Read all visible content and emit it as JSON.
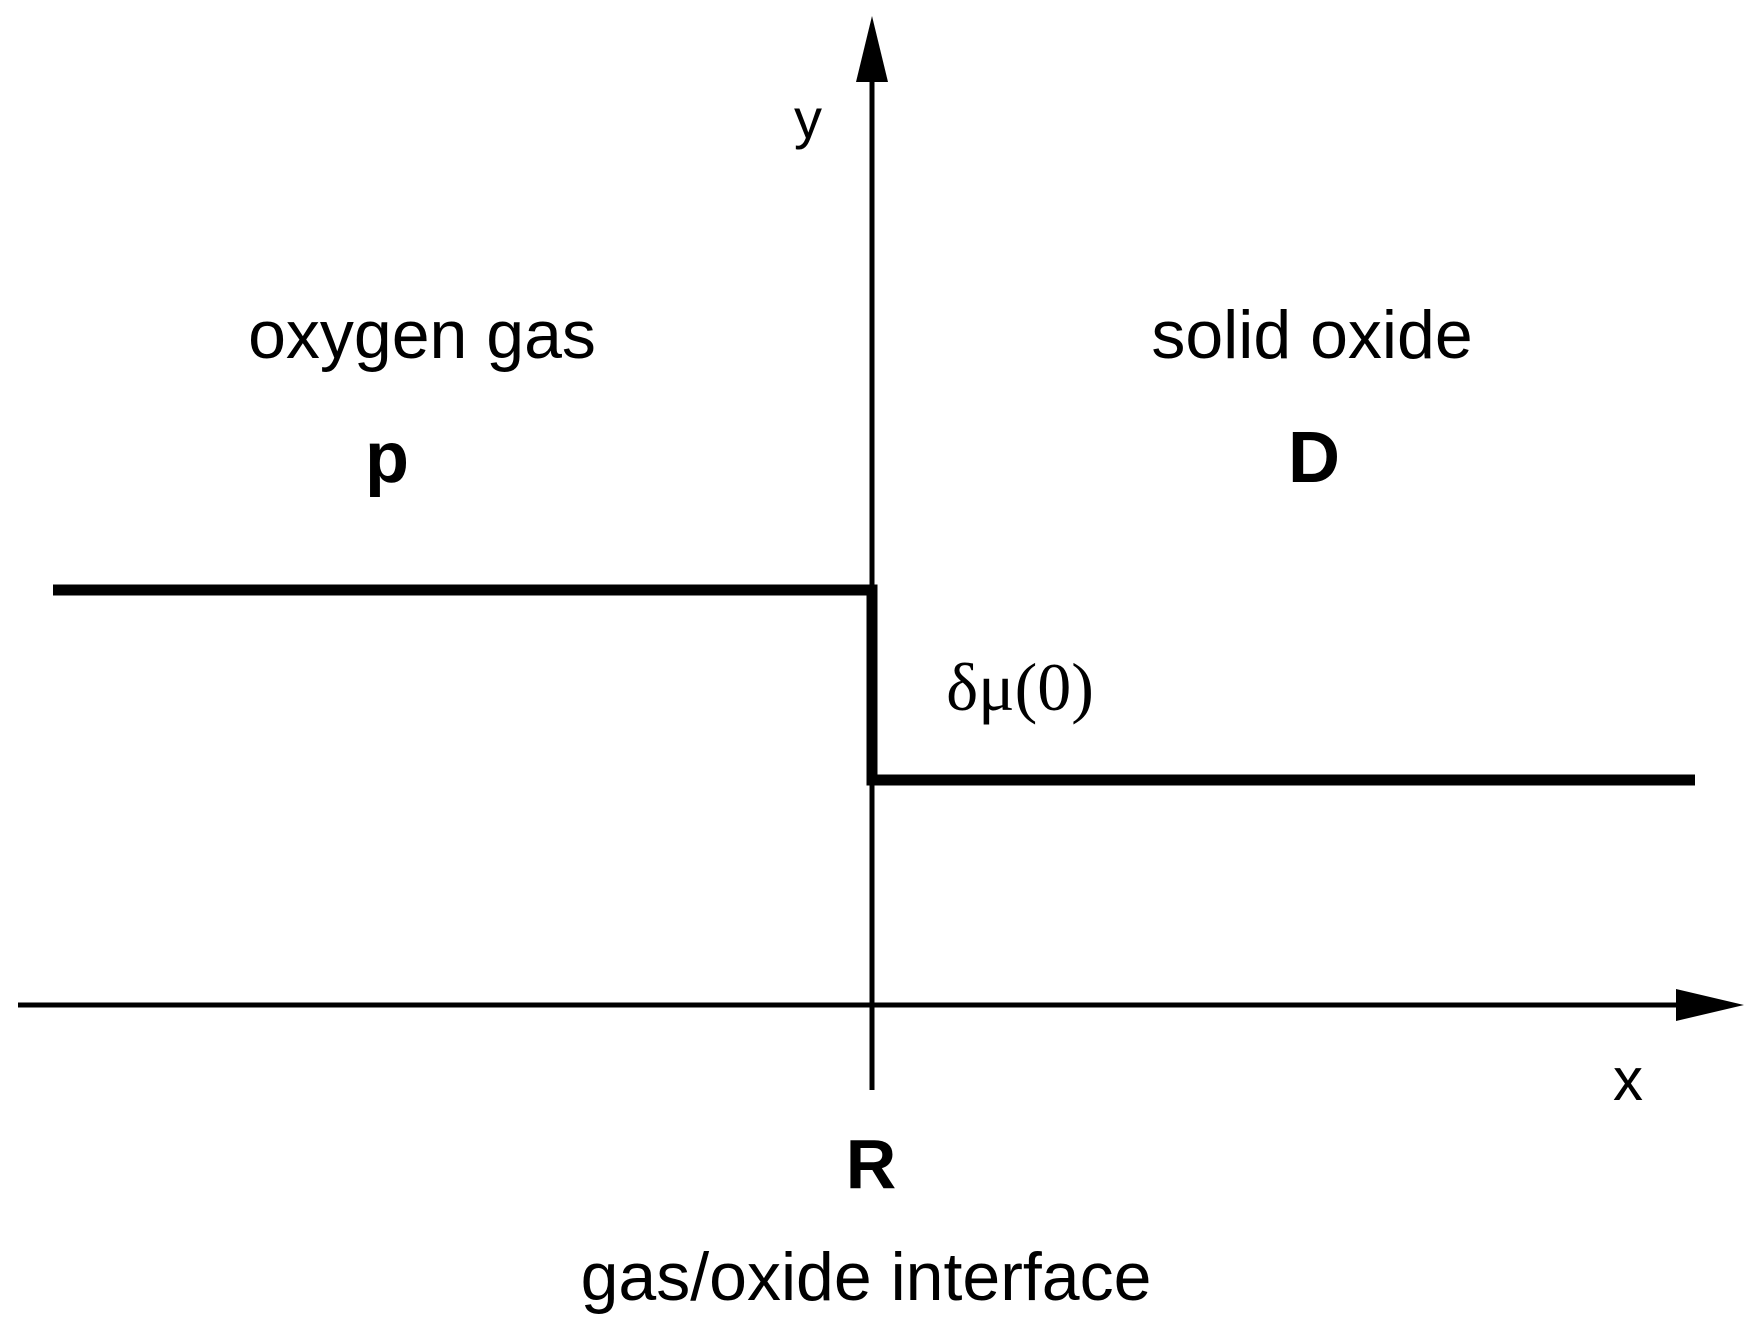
{
  "diagram": {
    "axes": {
      "x_label": "x",
      "y_label": "y"
    },
    "regions": {
      "left": {
        "name": "oxygen gas",
        "symbol": "p"
      },
      "right": {
        "name": "solid oxide",
        "symbol": "D"
      }
    },
    "interface": {
      "symbol": "R",
      "caption": "gas/oxide interface"
    },
    "step": {
      "label": "δμ(0)"
    },
    "colors": {
      "line": "#000000",
      "background": "#ffffff"
    }
  }
}
